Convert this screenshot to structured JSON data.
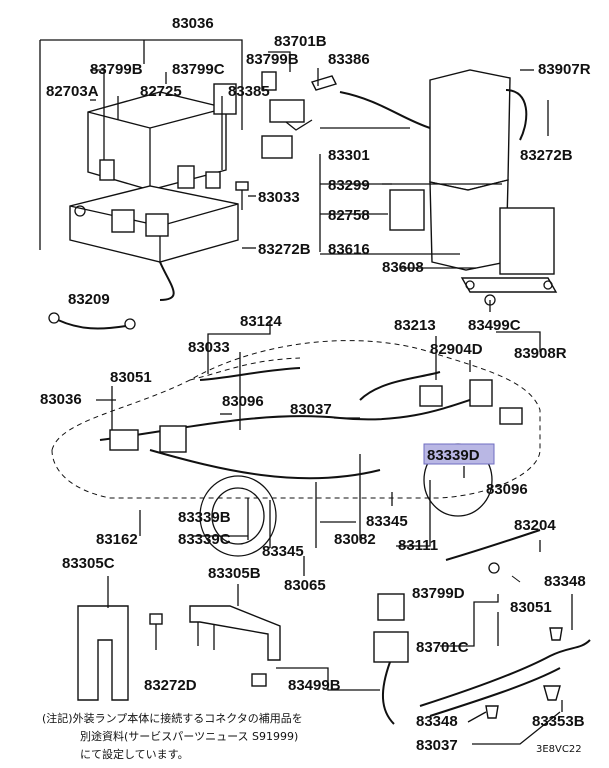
{
  "labels": {
    "p83036_top": "83036",
    "p83701B": "83701B",
    "p83799B_top": "83799B",
    "p83386": "83386",
    "p83907R": "83907R",
    "p83799B_left": "83799B",
    "p83799C": "83799C",
    "p82703A": "82703A",
    "p82725": "82725",
    "p83385": "83385",
    "p83272B_right": "83272B",
    "p83301": "83301",
    "p83299": "83299",
    "p83033_top": "83033",
    "p82758": "82758",
    "p83272B_left": "83272B",
    "p83616": "83616",
    "p83608": "83608",
    "p83209": "83209",
    "p83499C": "83499C",
    "p83908R": "83908R",
    "p83124": "83124",
    "p83213": "83213",
    "p83033_mid": "83033",
    "p82904D": "82904D",
    "p83051_mid": "83051",
    "p83036_mid": "83036",
    "p83096_mid": "83096",
    "p83037_mid": "83037",
    "p83339D": "83339D",
    "p83096_right": "83096",
    "p83339B": "83339B",
    "p83345_right": "83345",
    "p83204": "83204",
    "p83162": "83162",
    "p83339C": "83339C",
    "p83082": "83082",
    "p83111": "83111",
    "p83345_bottom": "83345",
    "p83305C": "83305C",
    "p83305B": "83305B",
    "p83065": "83065",
    "p83348_top": "83348",
    "p83799D": "83799D",
    "p83051_bottom": "83051",
    "p83272D": "83272D",
    "p83701C": "83701C",
    "p83499B": "83499B",
    "p83348_bottom": "83348",
    "p83353B": "83353B",
    "p83037_bottom": "83037"
  },
  "highlighted_part": "83339D",
  "highlight_color": "#b9b7e4",
  "note": {
    "line1": "(注記)外装ランプ本体に接続するコネクタの補用品を",
    "line2": "別途資料(サービスパーツニュース S91999)",
    "line3": "にて設定しています。"
  },
  "figure_code": "3E8VC22"
}
